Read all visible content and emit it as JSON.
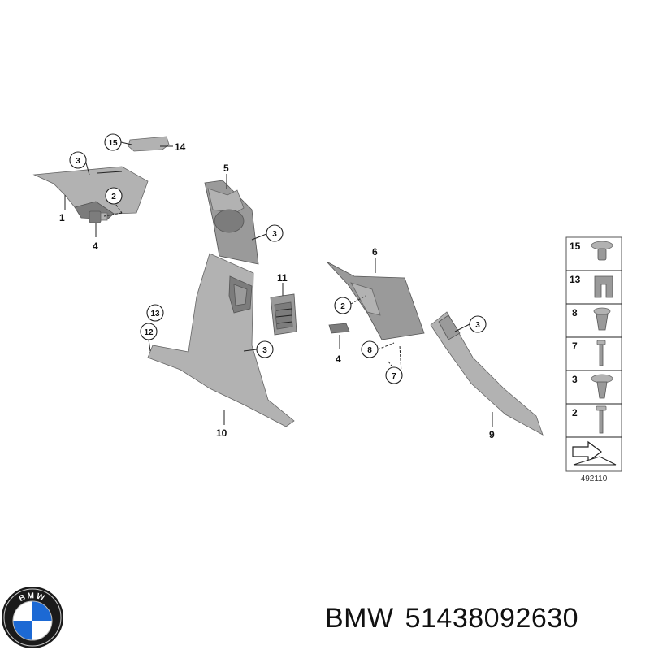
{
  "diagram": {
    "callouts": {
      "p1": "1",
      "p2a": "2",
      "p3a": "3",
      "p4a": "4",
      "p15a": "15",
      "p14": "14",
      "p5": "5",
      "p3b": "3",
      "p11": "11",
      "p13a": "13",
      "p12": "12",
      "p3c": "3",
      "p10": "10",
      "p6": "6",
      "p2b": "2",
      "p4b": "4",
      "p8a": "8",
      "p7a": "7",
      "p3d": "3",
      "p9": "9"
    },
    "legend": {
      "items": [
        "15",
        "13",
        "8",
        "7",
        "3",
        "2"
      ],
      "reference": "492110"
    }
  },
  "caption": {
    "brand": "BMW",
    "part_number": "51438092630"
  },
  "logo": {
    "text": "BMW",
    "colors": {
      "ring": "#1a1a1a",
      "blue": "#1c69d4",
      "white": "#ffffff"
    }
  }
}
